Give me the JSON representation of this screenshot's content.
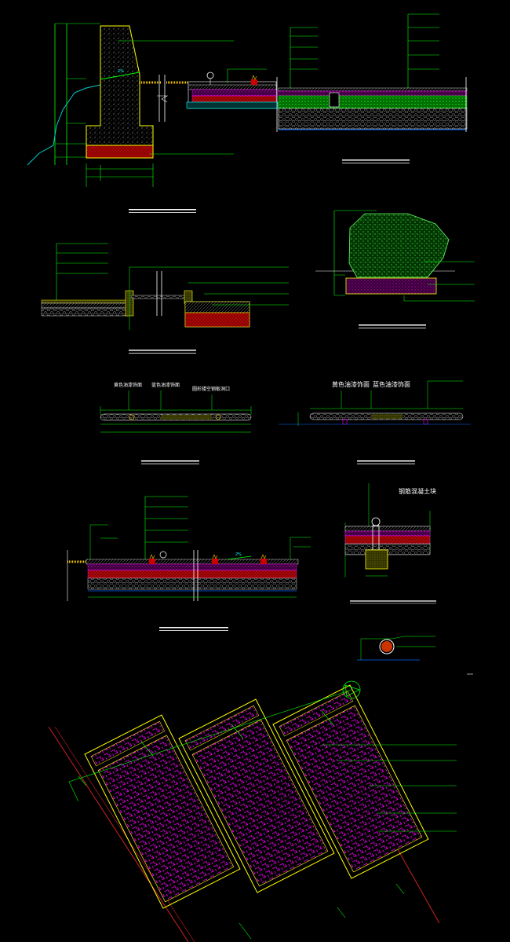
{
  "colors": {
    "background": "#000000",
    "dimension": "#00ff00",
    "outline": "#ffff00",
    "paving": "#ff00ff",
    "concrete": "#ffffff",
    "grass": "#00cc00",
    "fill_red": "#cc0000",
    "water": "#00ffff",
    "leader": "#00ff00"
  },
  "labels": {
    "paving_a1": "黄色油漆饰面",
    "paving_a2": "蓝色油漆饰面",
    "paving_a3": "圆形镂空钢板洞口",
    "paving_b1": "黄色油漆饰面",
    "paving_b2": "蓝色油漆饰面",
    "bollard": "钢筋混凝土块",
    "slope_a": "2%",
    "slope_b": "2%"
  }
}
